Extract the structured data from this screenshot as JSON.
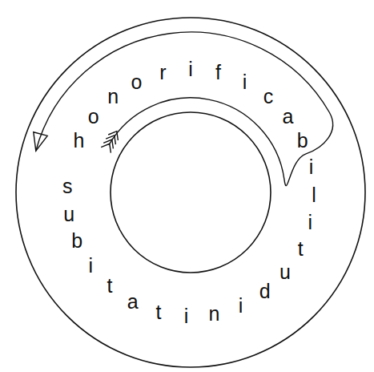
{
  "diagram": {
    "labels": [
      "h",
      "o",
      "n",
      "o",
      "r",
      "i",
      "f",
      "i",
      "c",
      "a",
      "b",
      "i",
      "l",
      "i",
      "t",
      "u",
      "d",
      "i",
      "n",
      "i",
      "t",
      "a",
      "t",
      "i",
      "b",
      "u",
      "s"
    ]
  }
}
